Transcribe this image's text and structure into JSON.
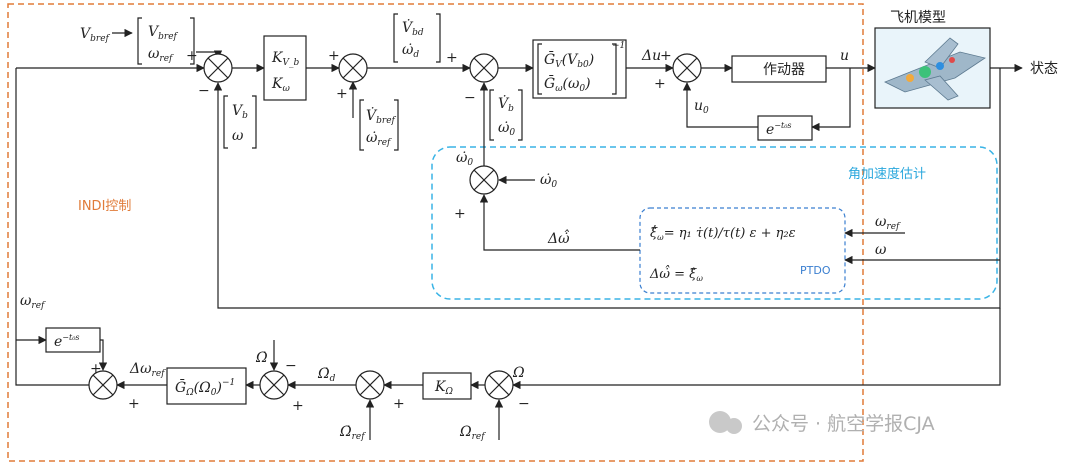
{
  "colors": {
    "line": "#222222",
    "indi_border": "#e07b39",
    "indi_label": "#e07b39",
    "est_border": "#3ab4e6",
    "est_label": "#2aa7dd",
    "ptdo_label": "#3b7fd0",
    "watermark": "#b0b0b0"
  },
  "labels": {
    "v_bref_in": "V",
    "v_bref_in_sub": "bref",
    "ref_vec_v": "V",
    "ref_vec_v_sub": "bref",
    "ref_vec_w": "ω",
    "ref_vec_w_sub": "ref",
    "fb_vec_v": "V",
    "fb_vec_v_sub": "b",
    "fb_vec_w": "ω",
    "k_v": "K",
    "k_v_sub": "V_b",
    "k_w": "K",
    "k_w_sub": "ω",
    "vd_vec_top": "V̇",
    "vd_vec_top_sub": "bd",
    "vd_vec_bot": "ω̇",
    "vd_vec_bot_sub": "d",
    "ffref_top": "V̇",
    "ffref_top_sub": "bref",
    "ffref_bot": "ω̇",
    "ffref_bot_sub": "ref",
    "g_inv_top": "Ḡ",
    "g_inv_top_sub": "V",
    "g_inv_top_arg": "(V",
    "g_inv_top_arg_sub": "b0",
    "g_inv_bot": "Ḡ",
    "g_inv_bot_sub": "ω",
    "g_inv_bot_arg": "(ω",
    "g_inv_bot_arg_sub": "0",
    "g_inv_exp": "−1",
    "delta_u": "Δu",
    "u": "u",
    "u0": "u",
    "u0_sub": "0",
    "actuator": "作动器",
    "delay": "e",
    "delay_exp": "−t₀s",
    "aircraft_title": "飞机模型",
    "state": "状态",
    "fb2_top": "V̇",
    "fb2_top_sub": "b",
    "fb2_bot": "ω̇",
    "fb2_bot_sub": "0",
    "w0dot_top": "ω̇",
    "w0dot_top_sub": "0",
    "w0dot_in": "ω̇",
    "w0dot_in_sub": "0",
    "delta_wdot": "Δω̇̂",
    "est_title": "角加速度估计",
    "indi_title": "INDI控制",
    "ptdo_eq1_lhs": "ξ̂̇",
    "ptdo_eq1_lhs_sub": "ω",
    "ptdo_eq1_rhs": "= η₁ τ̇(t)/τ(t) ε  + η₂ε",
    "ptdo_eq2": "Δω̇̂ = ξ̂",
    "ptdo_eq2_sub": "ω",
    "ptdo": "PTDO",
    "est_in_wref": "ω",
    "est_in_wref_sub": "ref",
    "est_in_w": "ω",
    "outer_wref": "ω",
    "outer_wref_sub": "ref",
    "delta_wref": "Δω",
    "delta_wref_sub": "ref",
    "g_omega": "Ḡ",
    "g_omega_sub": "Ω",
    "g_omega_arg": "(Ω",
    "g_omega_arg_sub": "0",
    "g_omega_exp": "−1",
    "omega_dot_fb": "Ω̇",
    "omega_dot_d": "Ω̇",
    "omega_dot_d_sub": "d",
    "k_omega": "K",
    "k_omega_sub": "Ω",
    "omega_fb": "Ω",
    "omega_dot_ref": "Ω̇",
    "omega_dot_ref_sub": "ref",
    "omega_ref": "Ω",
    "omega_ref_sub": "ref",
    "plus": "+",
    "minus": "−",
    "watermark": "公众号 · 航空学报CJA"
  }
}
